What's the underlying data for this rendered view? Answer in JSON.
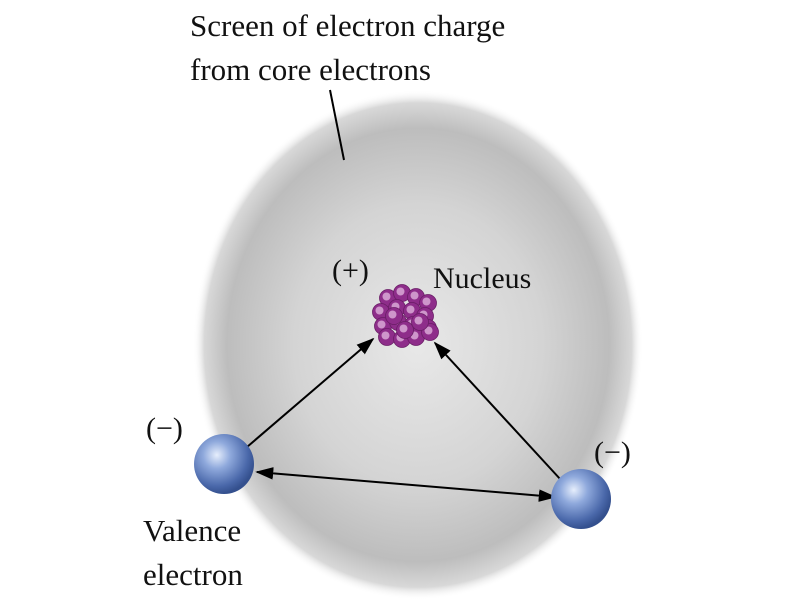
{
  "caption": {
    "line1": "Screen of electron charge",
    "line2": "from core electrons"
  },
  "nucleus": {
    "label": "Nucleus",
    "charge": "(+)"
  },
  "electrons": {
    "left_charge": "(−)",
    "right_charge": "(−)",
    "valence_line1": "Valence",
    "valence_line2": "electron"
  },
  "colors": {
    "screen_fill": "#c9c9c9",
    "nucleus": "#8e2d8a",
    "electron": "#4f6fb0",
    "arrow": "#000000"
  }
}
